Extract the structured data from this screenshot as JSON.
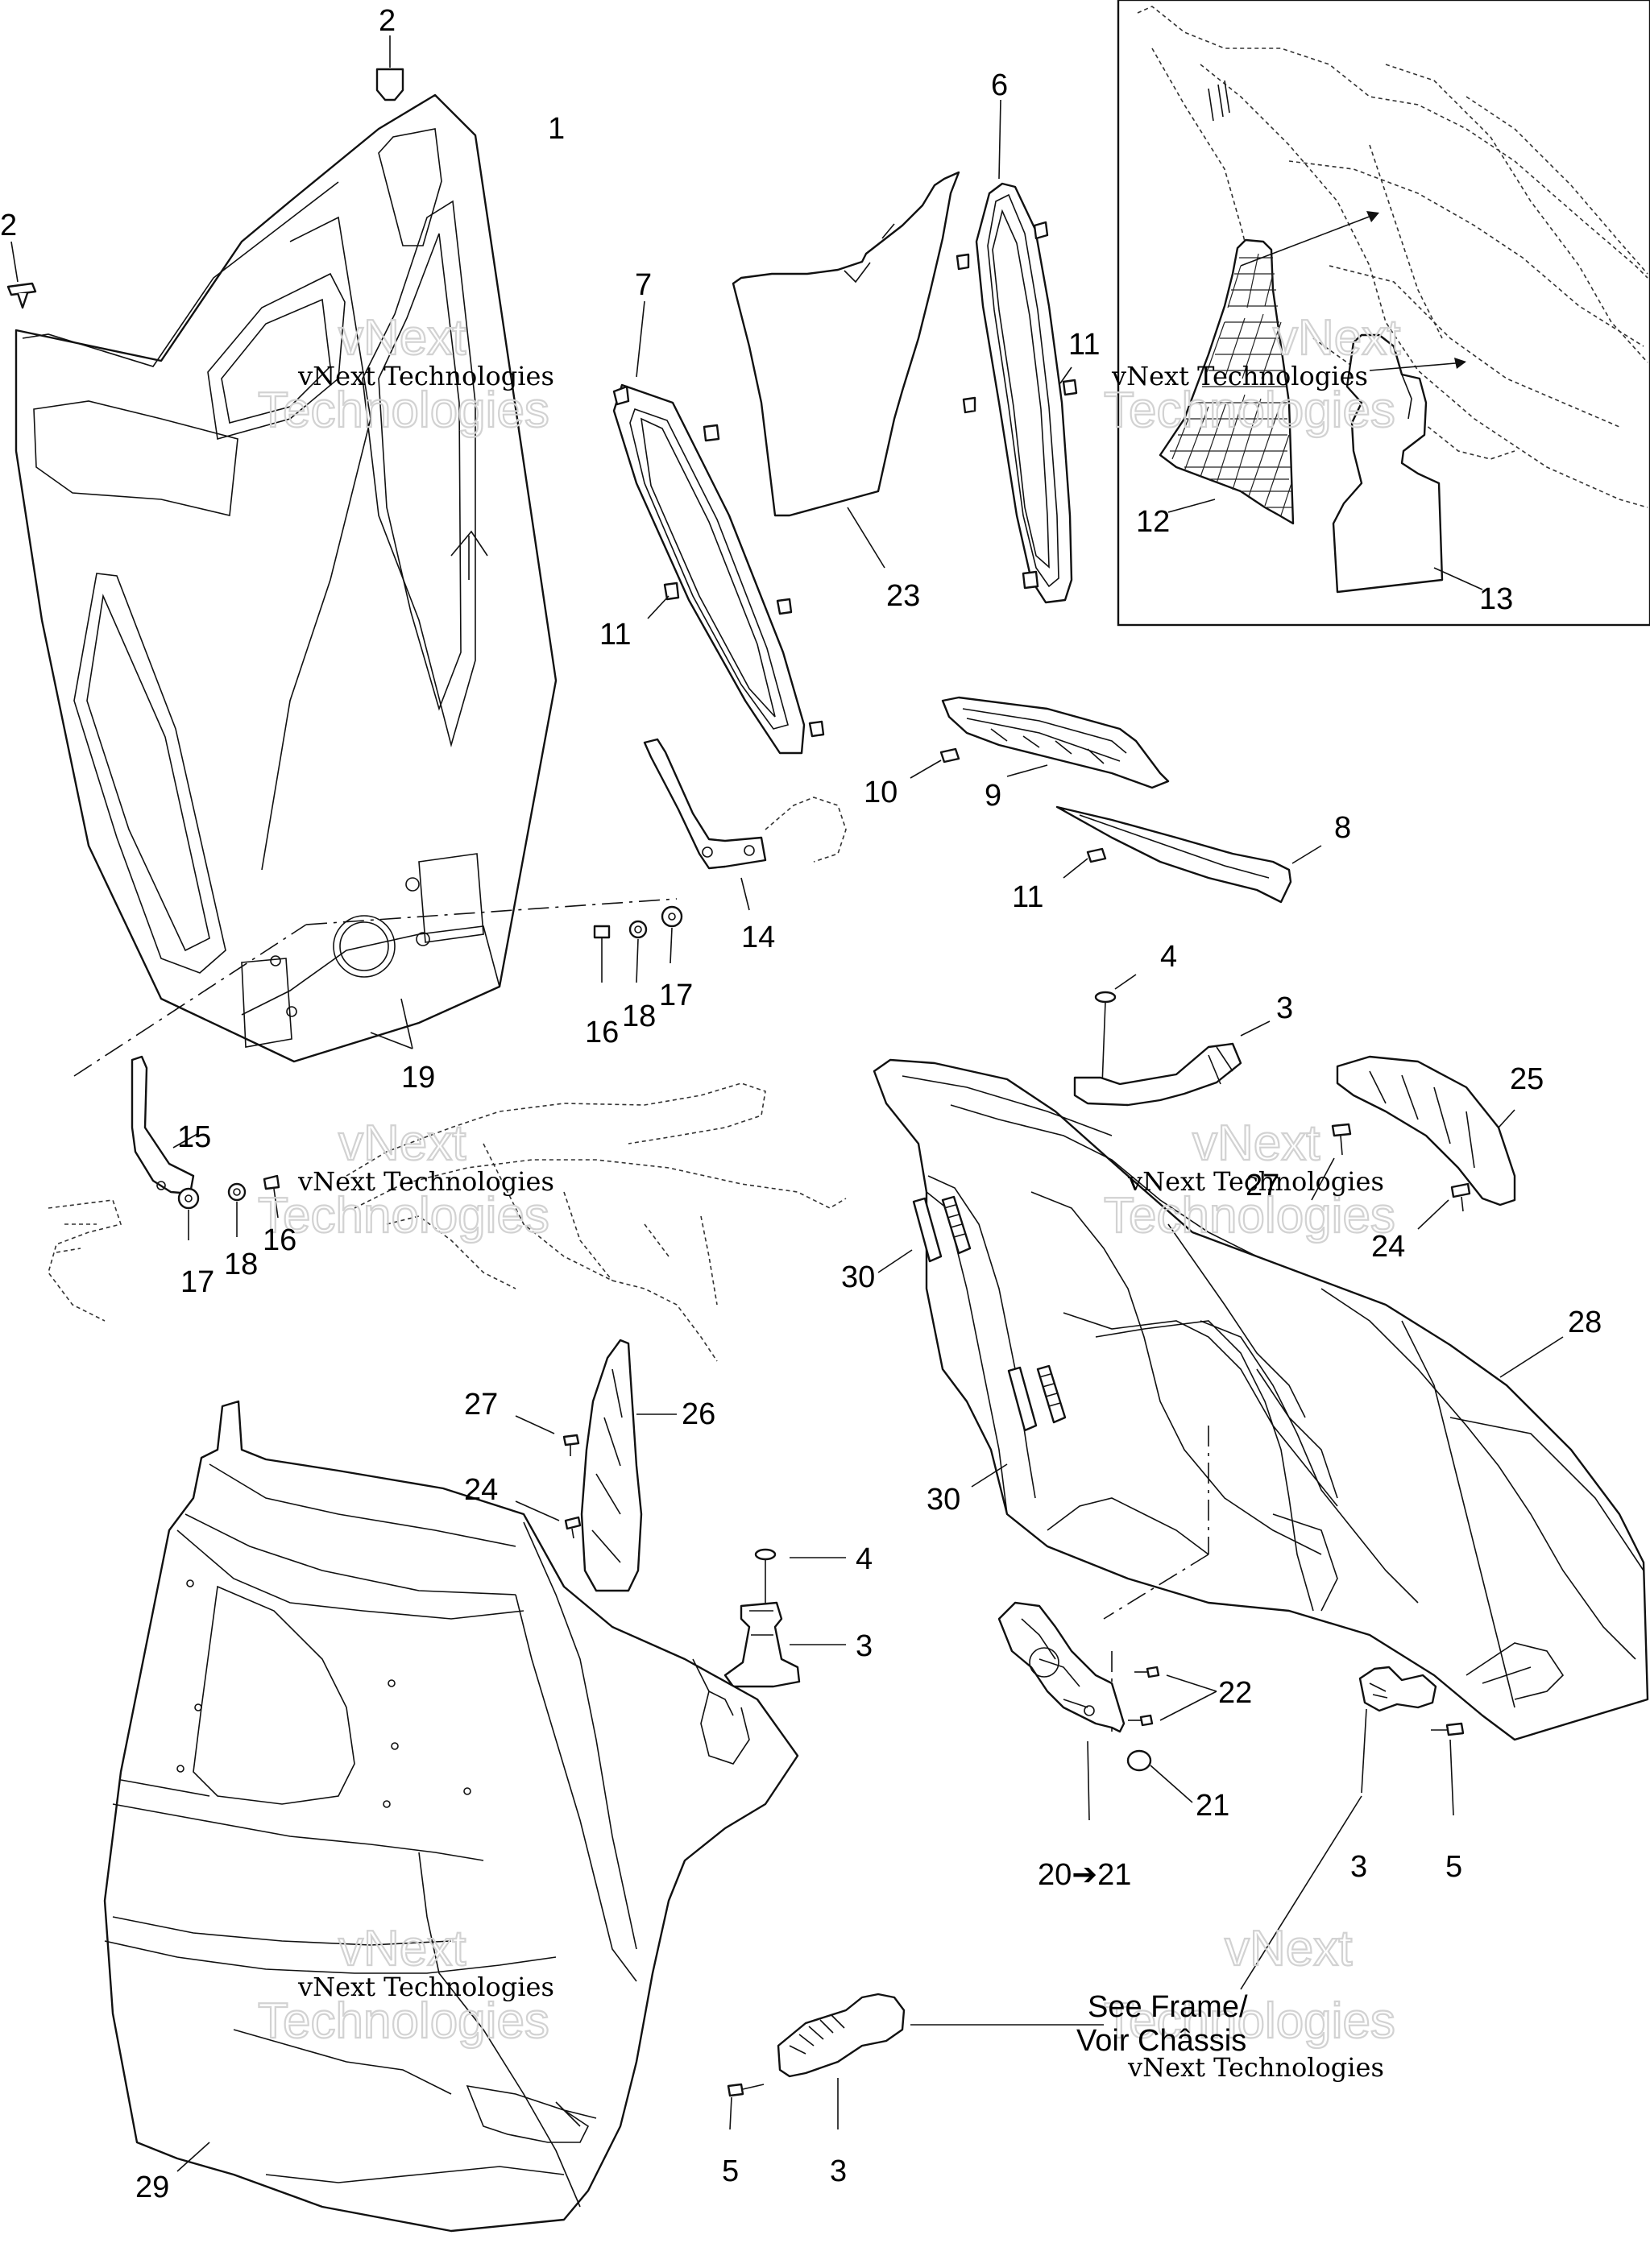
{
  "callouts": [
    "2",
    "1",
    "2",
    "6",
    "7",
    "11",
    "23",
    "11",
    "12",
    "13",
    "10",
    "9",
    "8",
    "11",
    "14",
    "16",
    "18",
    "17",
    "19",
    "15",
    "16",
    "18",
    "17",
    "4",
    "3",
    "25",
    "27",
    "24",
    "30",
    "28",
    "27",
    "26",
    "24",
    "30",
    "4",
    "3",
    "22",
    "21",
    "20➔21",
    "3",
    "5",
    "5",
    "3",
    "29"
  ],
  "reference_note": [
    "See Frame/",
    "Voir Châssis"
  ],
  "watermark": {
    "line1": "vNext Technologies",
    "line2a": "vNext",
    "line2b": "Technologies"
  }
}
